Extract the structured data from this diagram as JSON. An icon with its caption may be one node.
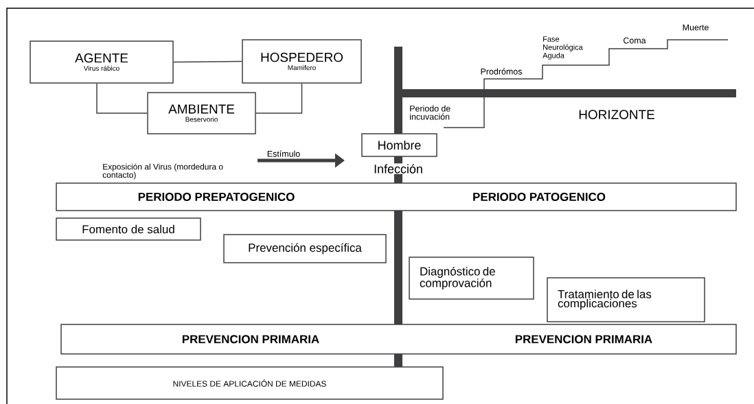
{
  "diagram": {
    "nodes": [
      {
        "text": [
          "AGENTE",
          "Virus rábico"
        ]
      },
      {
        "text": [
          "HOSPEDERO",
          "Mamifero"
        ]
      },
      {
        "text": [
          "AMBIENTE",
          "Beservorio"
        ]
      },
      {
        "text": [
          "Hombre"
        ]
      },
      {
        "text": [
          "PERIODO PREPATOGENICO",
          "PERIODO PATOGENICO"
        ]
      },
      {
        "text": [
          "Fomento de salud"
        ]
      },
      {
        "text": [
          "Prevención específica"
        ]
      },
      {
        "text": [
          "Diagnóstico de comprovación"
        ]
      },
      {
        "text": [
          "Tratamiento de las complicaciones"
        ]
      },
      {
        "text": [
          "PREVENCION PRIMARIA",
          "PREVENCION PRIMARIA"
        ]
      },
      {
        "text": [
          "NIVELES DE APLICACIÓN DE MEDIDAS"
        ]
      }
    ],
    "edges": [
      {
        "from": 0,
        "to": 1,
        "arrow": "none"
      },
      {
        "from": 0,
        "to": 2,
        "arrow": "none"
      },
      {
        "from": 1,
        "to": 2,
        "arrow": "none"
      },
      {
        "from": null,
        "to": 3,
        "arrow": "to",
        "label": "Estímulo",
        "style": "thick"
      }
    ],
    "labels": [
      "Exposición al Virus (mordedura o contacto)",
      "Infección",
      "Periodo de incuvación",
      "Prodrómos",
      "Fase Neurológica Aguda",
      "Coma",
      "Muerte",
      "HORIZONTE"
    ]
  }
}
